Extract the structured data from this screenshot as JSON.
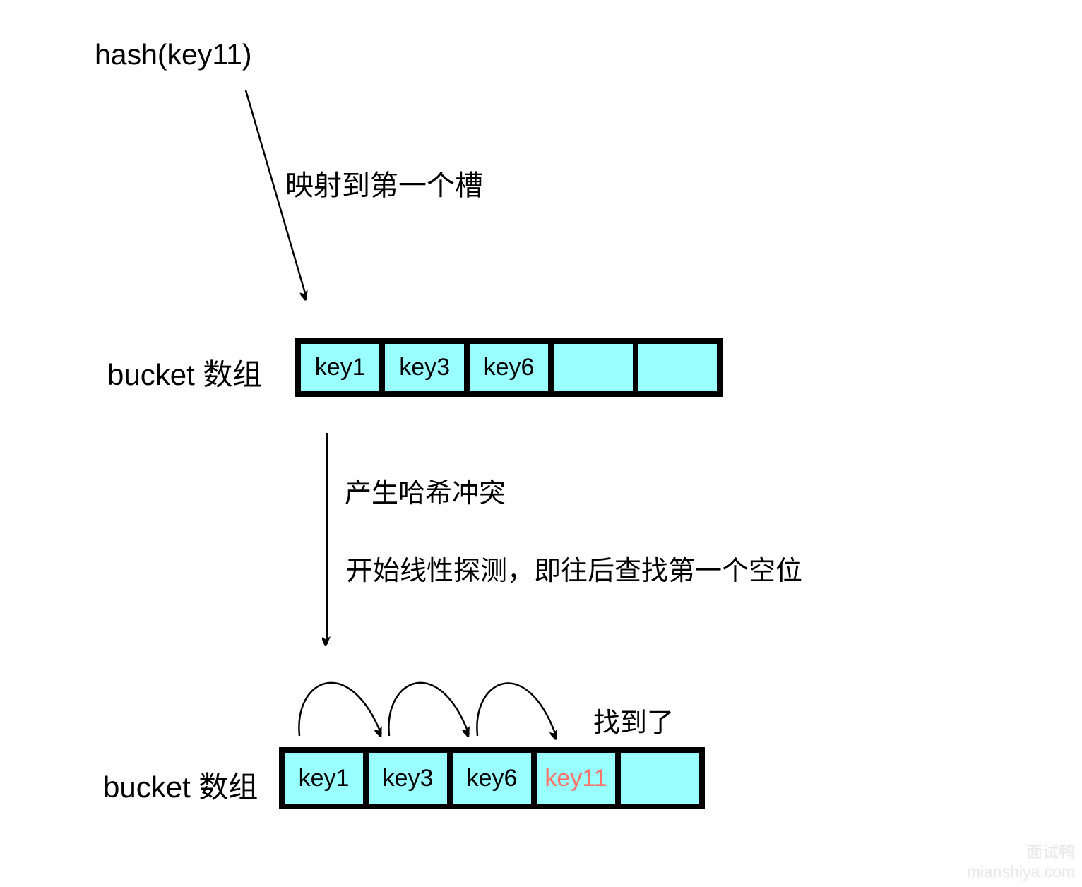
{
  "title": {
    "hash_label": "hash(key11)"
  },
  "annotations": {
    "map_to_first_slot": "映射到第一个槽",
    "hash_collision": "产生哈希冲突",
    "linear_probe": "开始线性探测，即往后查找第一个空位",
    "found": "找到了"
  },
  "bucket_array_top": {
    "label": "bucket 数组",
    "cells": [
      "key1",
      "key3",
      "key6",
      "",
      ""
    ]
  },
  "bucket_array_bottom": {
    "label": "bucket 数组",
    "cells": [
      "key1",
      "key3",
      "key6",
      "key11",
      ""
    ],
    "highlight_value": "key11"
  },
  "watermark": {
    "line1": "面试鸭",
    "line2": "mianshiya.com"
  },
  "colors": {
    "cell_fill": "#99FFFF",
    "highlight_text": "#FA7369",
    "stroke": "#000000",
    "watermark": "#E9E9E9"
  }
}
